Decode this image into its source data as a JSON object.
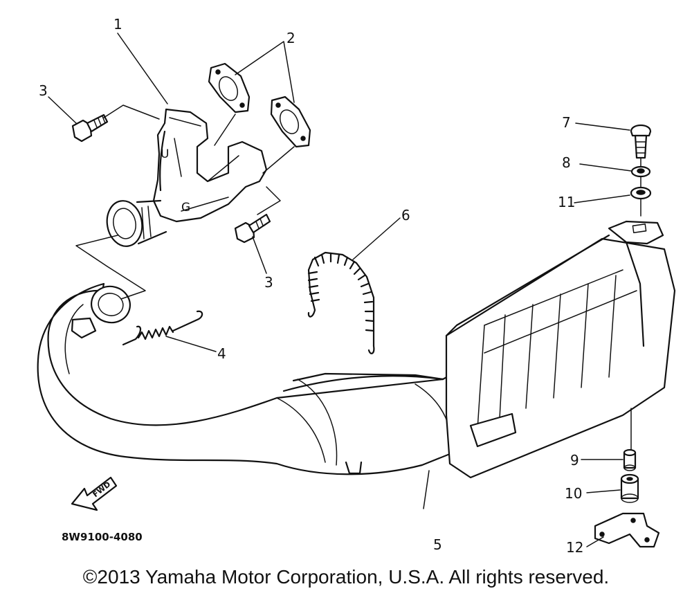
{
  "callouts": [
    {
      "id": "callout-1",
      "text": "1"
    },
    {
      "id": "callout-2",
      "text": "2"
    },
    {
      "id": "callout-3-upper",
      "text": "3"
    },
    {
      "id": "callout-3-lower",
      "text": "3"
    },
    {
      "id": "callout-4",
      "text": "4"
    },
    {
      "id": "callout-5",
      "text": "5"
    },
    {
      "id": "callout-6",
      "text": "6"
    },
    {
      "id": "callout-7",
      "text": "7"
    },
    {
      "id": "callout-8",
      "text": "8"
    },
    {
      "id": "callout-9",
      "text": "9"
    },
    {
      "id": "callout-10",
      "text": "10"
    },
    {
      "id": "callout-11",
      "text": "11"
    },
    {
      "id": "callout-12",
      "text": "12"
    }
  ],
  "direction_marker": "FWD",
  "drawing_code": "8W9100-4080",
  "copyright": "©2013 Yamaha Motor Corporation, U.S.A. All rights reserved."
}
